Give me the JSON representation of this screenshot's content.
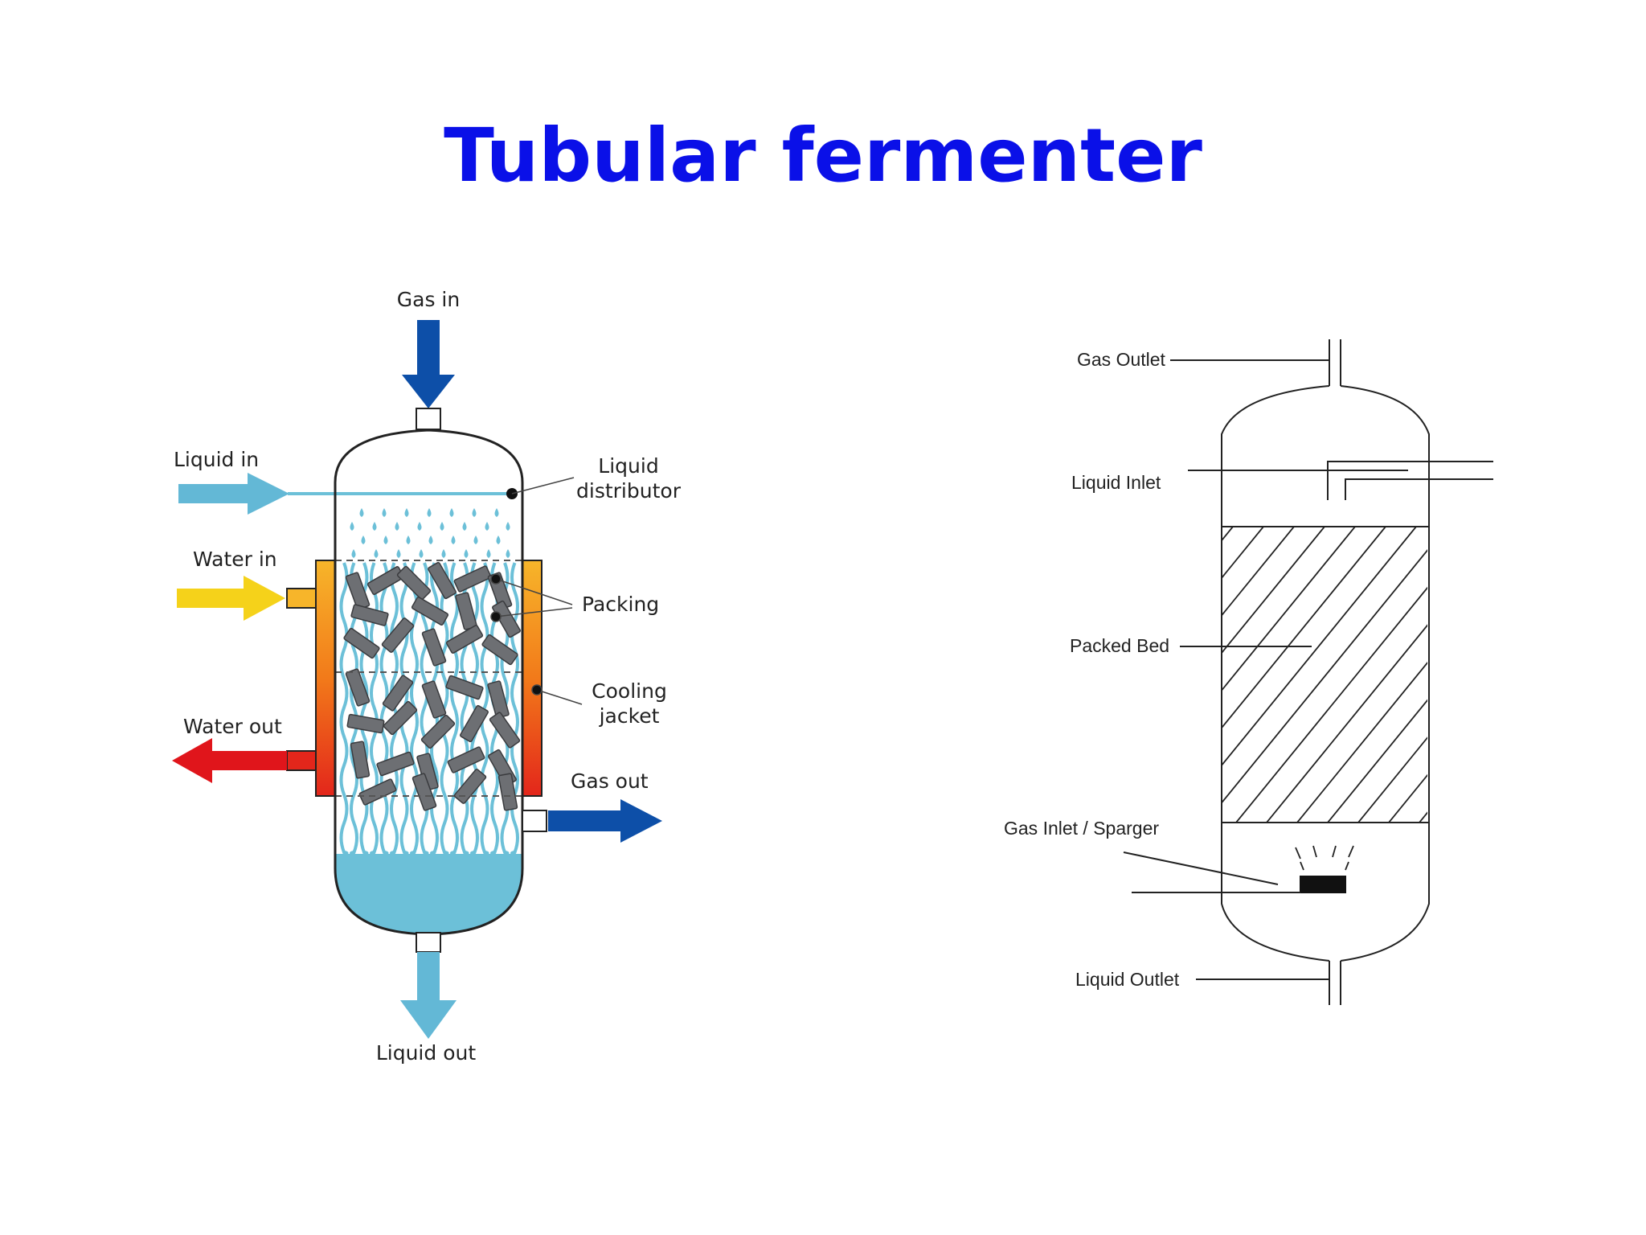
{
  "title": "Tubular fermenter",
  "left_diagram": {
    "labels": {
      "gas_in": "Gas in",
      "liquid_in": "Liquid in",
      "liquid_distributor_line1": "Liquid",
      "liquid_distributor_line2": "distributor",
      "water_in": "Water in",
      "packing": "Packing",
      "cooling_jacket_line1": "Cooling",
      "cooling_jacket_line2": "jacket",
      "water_out": "Water out",
      "gas_out": "Gas out",
      "liquid_out": "Liquid out"
    },
    "colors": {
      "gas_arrow": "#0d4fa8",
      "liquid_arrow": "#63b8d6",
      "water_in_arrow": "#f5d21a",
      "water_out_arrow": "#e0151b",
      "packing": "#6d6f73",
      "liquid": "#6cc0d8"
    }
  },
  "right_diagram": {
    "labels": {
      "gas_outlet": "Gas Outlet",
      "liquid_inlet": "Liquid Inlet",
      "packed_bed": "Packed Bed",
      "gas_inlet_sparger": "Gas Inlet / Sparger",
      "liquid_outlet": "Liquid Outlet"
    }
  }
}
